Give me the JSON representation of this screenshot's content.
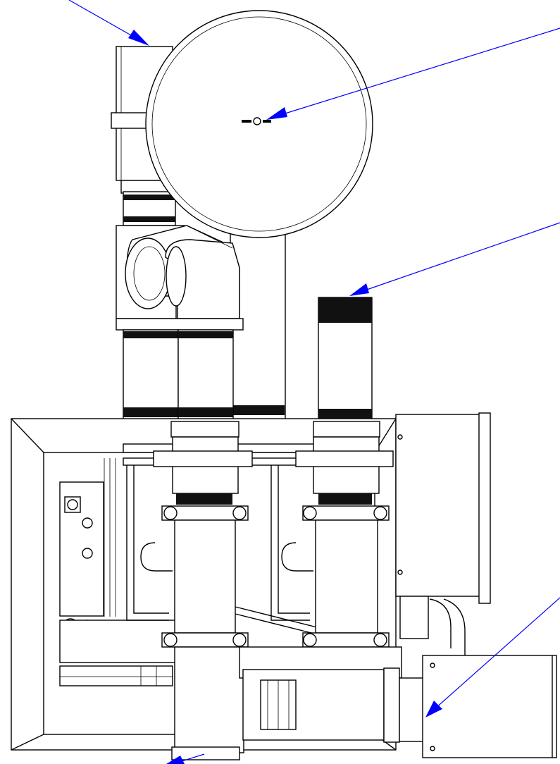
{
  "colors": {
    "background": "#ffffff",
    "linework": "#000000",
    "leader": "#0000ff"
  },
  "leaders": [
    {
      "name": "leader-top-left"
    },
    {
      "name": "leader-gauge-center"
    },
    {
      "name": "leader-threaded-nipple"
    },
    {
      "name": "leader-right-box"
    },
    {
      "name": "leader-bottom-outlet"
    }
  ]
}
